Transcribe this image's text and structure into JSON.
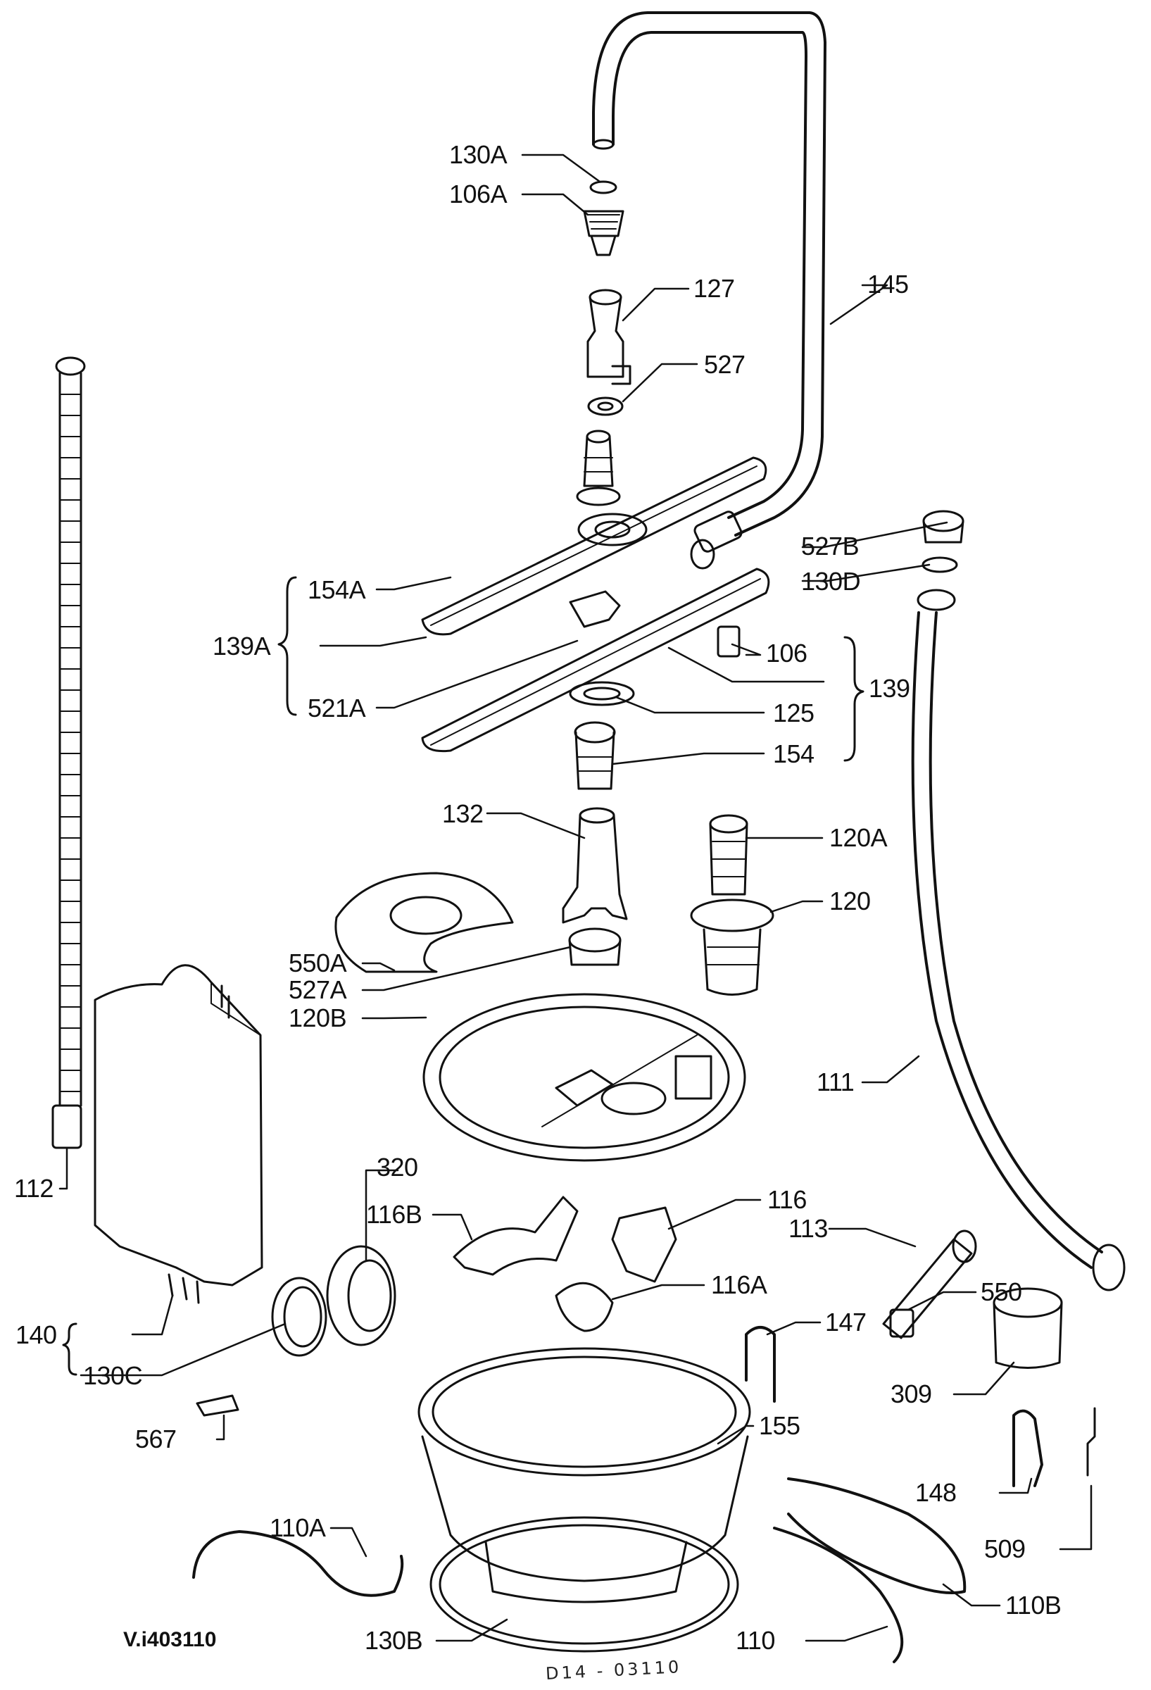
{
  "diagram": {
    "reference": "V.i403110",
    "handwritten_note": "D14 - 03110",
    "labels": {
      "130A": "130A",
      "106A": "106A",
      "127": "127",
      "145": "145",
      "527": "527",
      "527B": "527B",
      "130D": "130D",
      "154A": "154A",
      "139A": "139A",
      "106": "106",
      "139": "139",
      "521A": "521A",
      "125": "125",
      "154": "154",
      "132": "132",
      "120A": "120A",
      "120": "120",
      "550A": "550A",
      "527A": "527A",
      "120B": "120B",
      "111": "111",
      "112": "112",
      "320": "320",
      "116B": "116B",
      "116": "116",
      "113": "113",
      "116A": "116A",
      "147": "147",
      "550": "550",
      "140": "140",
      "130C": "130C",
      "309": "309",
      "567": "567",
      "155": "155",
      "148": "148",
      "509": "509",
      "110A": "110A",
      "110B": "110B",
      "130B": "130B",
      "110": "110"
    },
    "line_color": "#111111",
    "background": "#ffffff"
  }
}
